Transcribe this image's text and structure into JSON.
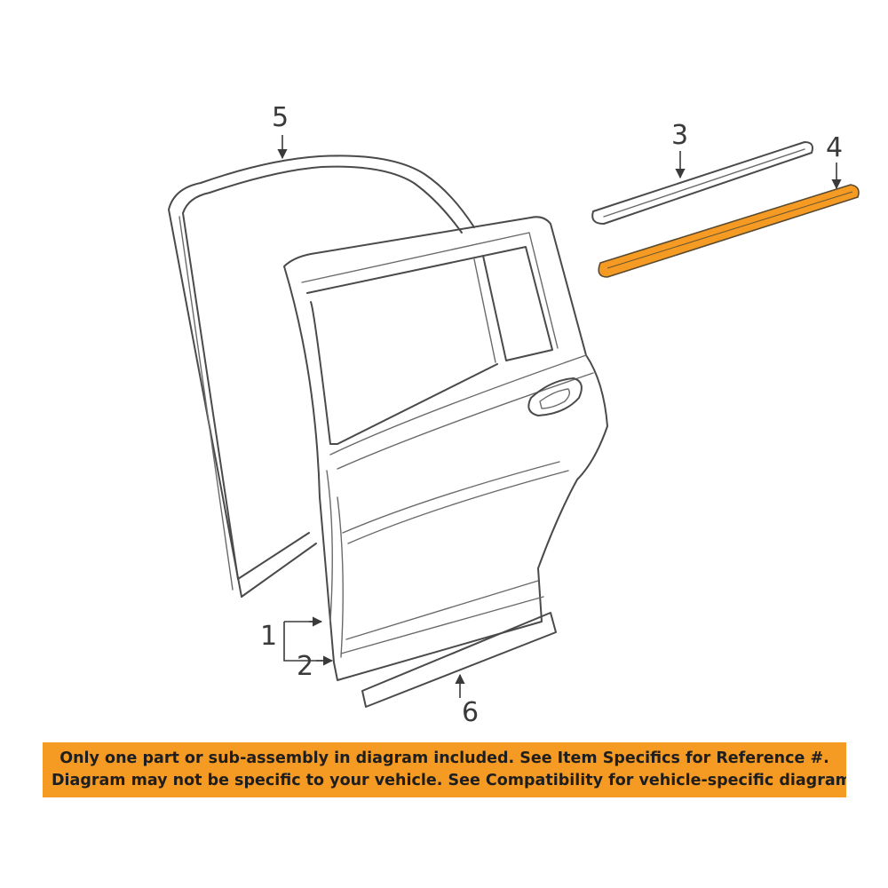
{
  "callouts": {
    "c1": "1",
    "c2": "2",
    "c3": "3",
    "c4": "4",
    "c5": "5",
    "c6": "6"
  },
  "highlight_color": "#f59a23",
  "notice": {
    "line1": "Only one part or sub-assembly in diagram included. See Item Specifics for Reference #.",
    "line2": "Diagram may not be specific to your vehicle. See Compatibility for vehicle-specific diagrams."
  }
}
